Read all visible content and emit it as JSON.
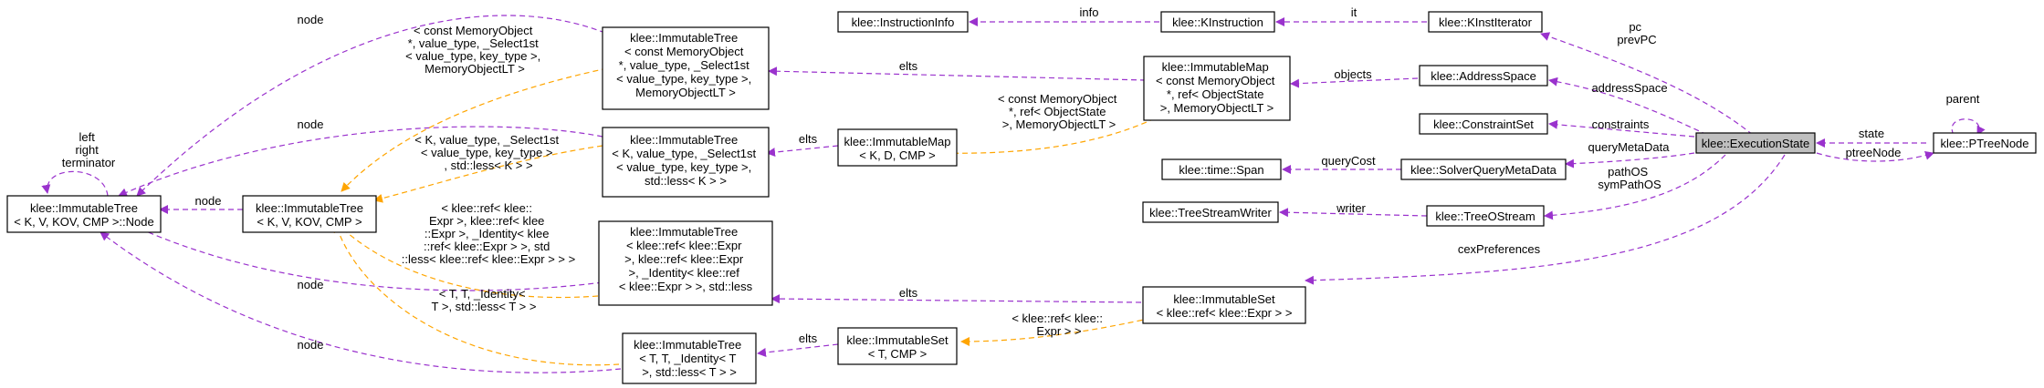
{
  "nodes": {
    "node_tree": [
      "klee::ImmutableTree",
      "< K, V, KOV, CMP >::Node"
    ],
    "tree_kv": [
      "klee::ImmutableTree",
      "< K, V, KOV, CMP >"
    ],
    "tree_memobj": [
      "klee::ImmutableTree",
      "< const MemoryObject",
      "*, value_type, _Select1st",
      "< value_type, key_type >,",
      "MemoryObjectLT >"
    ],
    "tree_select": [
      "klee::ImmutableTree",
      "< K, value_type, _Select1st",
      "< value_type, key_type >,",
      "std::less< K > >"
    ],
    "tree_expr": [
      "klee::ImmutableTree",
      "< klee::ref< klee::Expr",
      ">, klee::ref< klee::Expr",
      ">, _Identity< klee::ref",
      "< klee::Expr > >, std::less",
      "< klee::ref< klee::Expr > > >"
    ],
    "tree_identity": [
      "klee::ImmutableTree",
      "< T, T, _Identity< T",
      ">, std::less< T > >"
    ],
    "map_kd": [
      "klee::ImmutableMap",
      "< K, D, CMP >"
    ],
    "set_tcmp": [
      "klee::ImmutableSet",
      "< T, CMP >"
    ],
    "instruction_info": [
      "klee::InstructionInfo"
    ],
    "kinstruction": [
      "klee::KInstruction"
    ],
    "map_objects": [
      "klee::ImmutableMap",
      "< const MemoryObject",
      "*, ref< ObjectState",
      ">, MemoryObjectLT >"
    ],
    "set_expr": [
      "klee::ImmutableSet",
      "< klee::ref< klee::Expr > >"
    ],
    "kinst_iterator": [
      "klee::KInstIterator"
    ],
    "address_space": [
      "klee::AddressSpace"
    ],
    "constraint_set": [
      "klee::ConstraintSet"
    ],
    "solver_meta": [
      "klee::SolverQueryMetaData"
    ],
    "time_span": [
      "klee::time::Span"
    ],
    "tree_ostream": [
      "klee::TreeOStream"
    ],
    "tree_stream_writer": [
      "klee::TreeStreamWriter"
    ],
    "execution_state": [
      "klee::ExecutionState"
    ],
    "ptree_node": [
      "klee::PTreeNode"
    ]
  },
  "edge_labels": {
    "node_top": "node",
    "node_mid": "node",
    "node_kv": "node",
    "node_low": "node",
    "node_bottom": "node",
    "self_node": [
      "left",
      "right",
      "terminator"
    ],
    "elts_memobj": "elts",
    "elts_select": "elts",
    "elts_expr": "elts",
    "elts_identity": "elts",
    "tmpl_memobj": [
      "< const MemoryObject",
      "*, ref< ObjectState",
      ">, MemoryObjectLT >"
    ],
    "tmpl_select": [
      "< K, value_type, _Select1st",
      "< value_type, key_type >",
      ", std::less< K > >"
    ],
    "tmpl_expr_tree": [
      "< klee::ref< klee::",
      "Expr >, klee::ref< klee",
      "::Expr >, _Identity< klee",
      "::ref< klee::Expr > >, std",
      "::less< klee::ref< klee::Expr > > >"
    ],
    "tmpl_identity": [
      "< T, T, _Identity<",
      "T >, std::less< T > >"
    ],
    "tmpl_expr_set": [
      "< klee::ref< klee::",
      "Expr > >"
    ],
    "tmpl_const_memobj": [
      "< const MemoryObject",
      "*, value_type, _Select1st",
      "< value_type, key_type >,",
      "MemoryObjectLT >"
    ],
    "info": "info",
    "it": "it",
    "pc": [
      "pc",
      "prevPC"
    ],
    "objects": "objects",
    "address_space": "addressSpace",
    "constraints": "constraints",
    "query_cost": "queryCost",
    "query_meta": "queryMetaData",
    "writer": "writer",
    "path_os": [
      "pathOS",
      "symPathOS"
    ],
    "cex": "cexPreferences",
    "state": "state",
    "ptree_node": "ptreeNode",
    "parent": "parent"
  },
  "colors": {
    "association": "#9a32cd",
    "template": "#ffa500",
    "focus_fill": "#bfbfbf"
  }
}
